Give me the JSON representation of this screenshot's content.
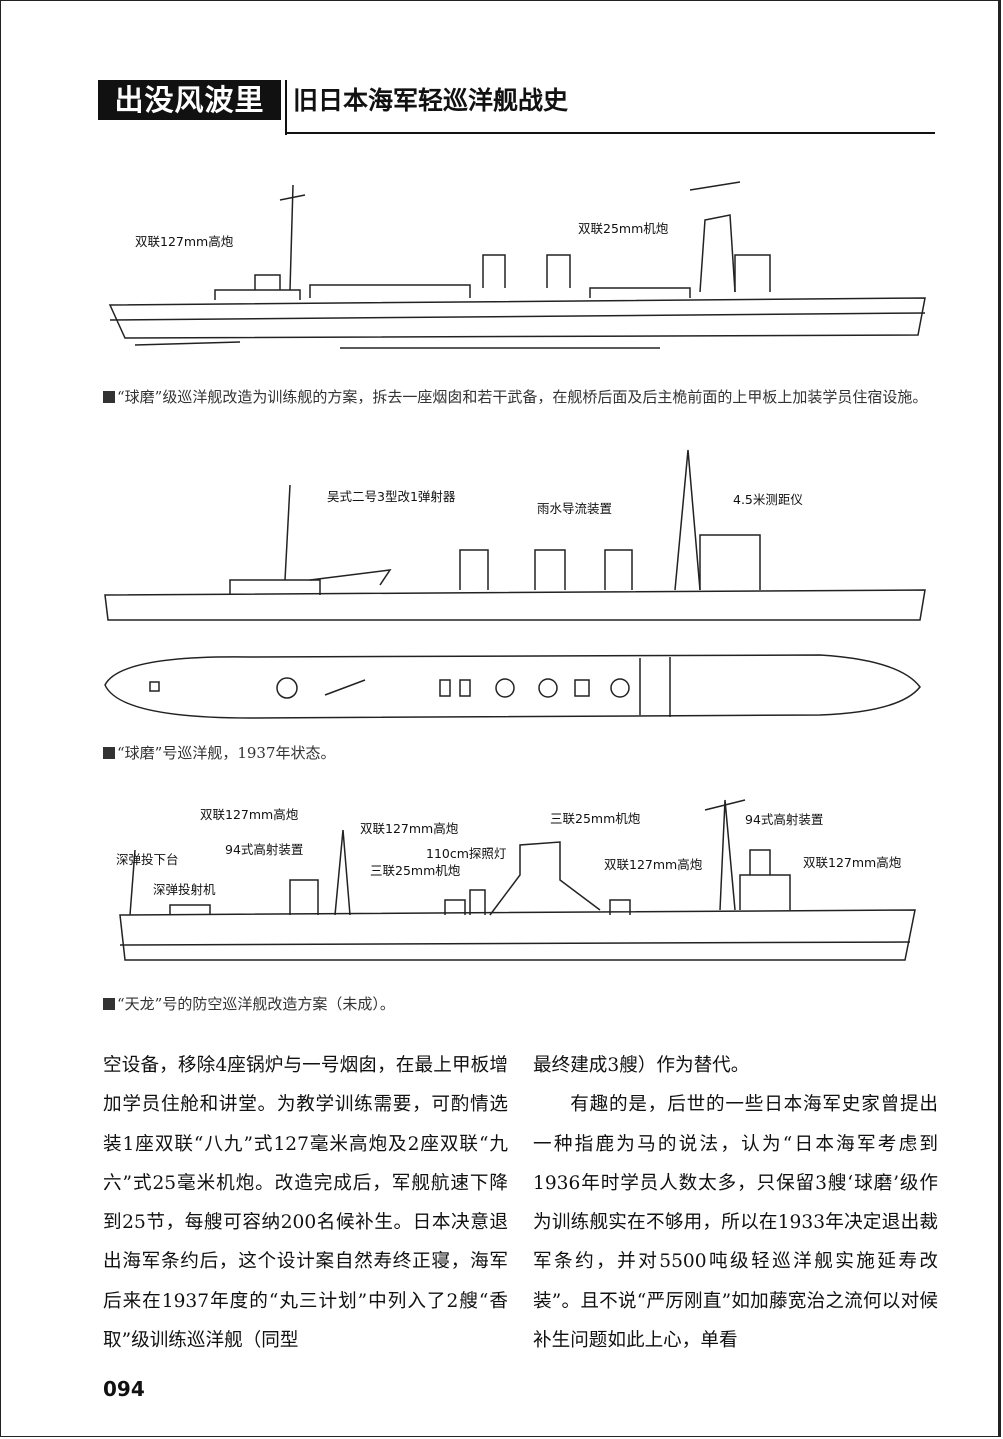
{
  "header": {
    "series_title": "出没风波里",
    "book_title": "旧日本海军轻巡洋舰战史"
  },
  "figure1": {
    "labels": [
      "双联127mm高炮",
      "双联25mm机炮"
    ],
    "caption": "“球磨”级巡洋舰改造为训练舰的方案，拆去一座烟囱和若干武备，在舰桥后面及后主桅前面的上甲板上加装学员住宿设施。"
  },
  "figure2": {
    "labels": [
      "吴式二号3型改1弹射器",
      "雨水导流装置",
      "4.5米测距仪"
    ],
    "caption": "“球磨”号巡洋舰，1937年状态。"
  },
  "figure3": {
    "labels": [
      "双联127mm高炮",
      "94式高射装置",
      "双联127mm高炮",
      "深弹投下台",
      "深弹投射机",
      "110cm探照灯",
      "三联25mm机炮",
      "三联25mm机炮",
      "双联127mm高炮",
      "94式高射装置",
      "双联127mm高炮"
    ],
    "caption": "“天龙”号的防空巡洋舰改造方案（未成）。"
  },
  "body": {
    "left": "空设备，移除4座锅炉与一号烟囱，在最上甲板增加学员住舱和讲堂。为教学训练需要，可酌情选装1座双联“八九”式127毫米高炮及2座双联“九六”式25毫米机炮。改造完成后，军舰航速下降到25节，每艘可容纳200名候补生。日本决意退出海军条约后，这个设计案自然寿终正寝，海军后来在1937年度的“丸三计划”中列入了2艘“香取”级训练巡洋舰（同型",
    "right_p1": "最终建成3艘）作为替代。",
    "right_p2": "有趣的是，后世的一些日本海军史家曾提出一种指鹿为马的说法，认为“日本海军考虑到1936年时学员人数太多，只保留3艘‘球磨’级作为训练舰实在不够用，所以在1933年决定退出裁军条约，并对5500吨级轻巡洋舰实施延寿改装”。且不说“严厉刚直”如加藤宽治之流何以对候补生问题如此上心，单看"
  },
  "page_number": "094"
}
